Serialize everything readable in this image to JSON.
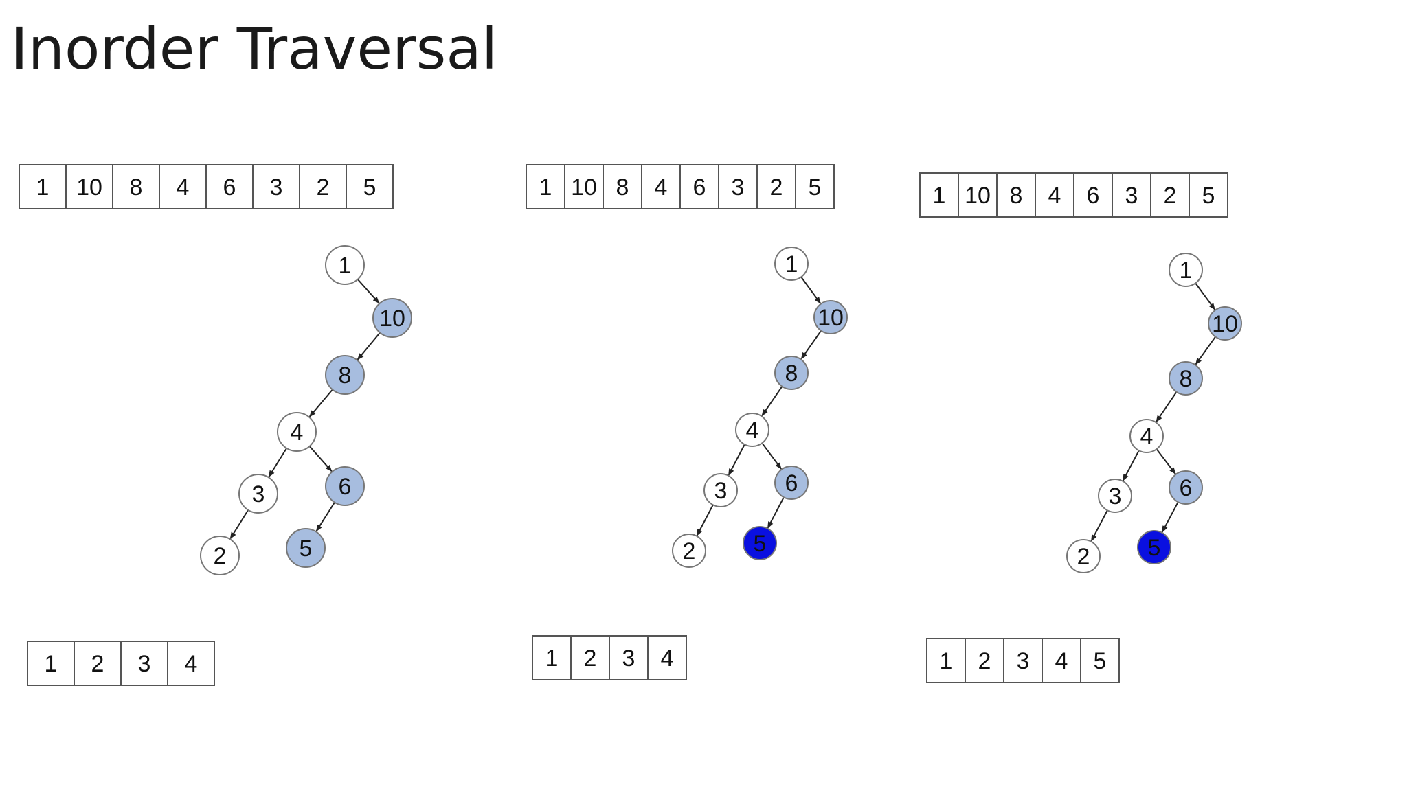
{
  "title": "Inorder Traversal",
  "colors": {
    "node_default": "#ffffff",
    "node_visited": "#a7bddf",
    "node_current": "#0a10e0",
    "border": "#555555"
  },
  "panels": [
    {
      "name": "step-1",
      "input_array": [
        "1",
        "10",
        "8",
        "4",
        "6",
        "3",
        "2",
        "5"
      ],
      "nodes": [
        {
          "label": "1",
          "state": "default"
        },
        {
          "label": "10",
          "state": "visited"
        },
        {
          "label": "8",
          "state": "visited"
        },
        {
          "label": "4",
          "state": "default"
        },
        {
          "label": "3",
          "state": "default"
        },
        {
          "label": "6",
          "state": "visited"
        },
        {
          "label": "2",
          "state": "default"
        },
        {
          "label": "5",
          "state": "visited"
        }
      ],
      "output_array": [
        "1",
        "2",
        "3",
        "4"
      ]
    },
    {
      "name": "step-2",
      "input_array": [
        "1",
        "10",
        "8",
        "4",
        "6",
        "3",
        "2",
        "5"
      ],
      "nodes": [
        {
          "label": "1",
          "state": "default"
        },
        {
          "label": "10",
          "state": "visited"
        },
        {
          "label": "8",
          "state": "visited"
        },
        {
          "label": "4",
          "state": "default"
        },
        {
          "label": "3",
          "state": "default"
        },
        {
          "label": "6",
          "state": "visited"
        },
        {
          "label": "2",
          "state": "default"
        },
        {
          "label": "5",
          "state": "current"
        }
      ],
      "output_array": [
        "1",
        "2",
        "3",
        "4"
      ]
    },
    {
      "name": "step-3",
      "input_array": [
        "1",
        "10",
        "8",
        "4",
        "6",
        "3",
        "2",
        "5"
      ],
      "nodes": [
        {
          "label": "1",
          "state": "default"
        },
        {
          "label": "10",
          "state": "visited"
        },
        {
          "label": "8",
          "state": "visited"
        },
        {
          "label": "4",
          "state": "default"
        },
        {
          "label": "3",
          "state": "default"
        },
        {
          "label": "6",
          "state": "visited"
        },
        {
          "label": "2",
          "state": "default"
        },
        {
          "label": "5",
          "state": "current"
        }
      ],
      "output_array": [
        "1",
        "2",
        "3",
        "4",
        "5"
      ]
    }
  ],
  "edges": [
    [
      0,
      1
    ],
    [
      1,
      2
    ],
    [
      2,
      3
    ],
    [
      3,
      4
    ],
    [
      3,
      5
    ],
    [
      4,
      6
    ],
    [
      5,
      7
    ]
  ]
}
